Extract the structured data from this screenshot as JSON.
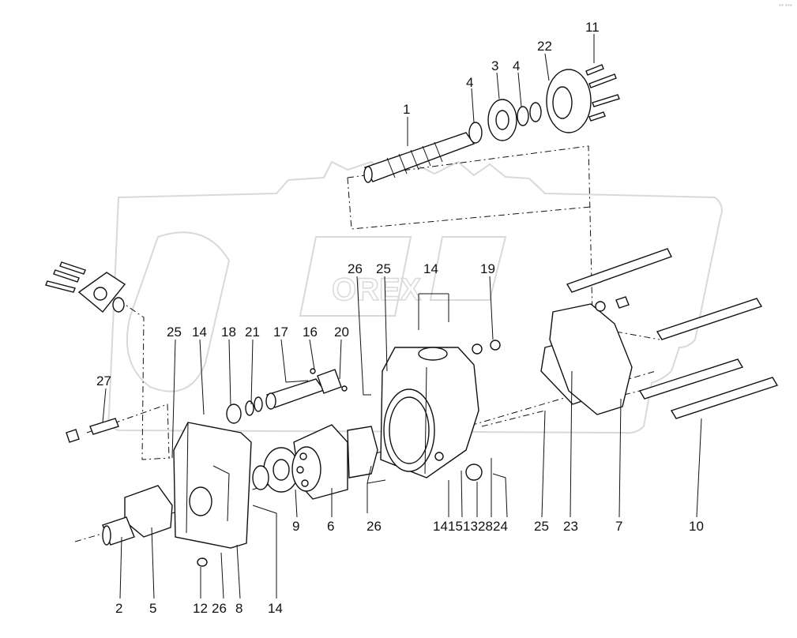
{
  "watermark": "OREX",
  "corner_mark": "°° °°°",
  "labels": {
    "l1": "1",
    "l3": "3",
    "l4a": "4",
    "l4b": "4",
    "l11": "11",
    "l22": "22",
    "l26a": "26",
    "l25a": "25",
    "l14a": "14",
    "l19": "19",
    "l25b": "25",
    "l14b": "14",
    "l18": "18",
    "l21": "21",
    "l17": "17",
    "l16": "16",
    "l20": "20",
    "l27": "27",
    "l9": "9",
    "l6": "6",
    "l26b": "26",
    "l14c": "14",
    "l15": "15",
    "l13": "13",
    "l28": "28",
    "l24": "24",
    "l25c": "25",
    "l23": "23",
    "l7": "7",
    "l10": "10",
    "l2": "2",
    "l5": "5",
    "l12": "12",
    "l26c": "26",
    "l8": "8",
    "l14d": "14"
  }
}
